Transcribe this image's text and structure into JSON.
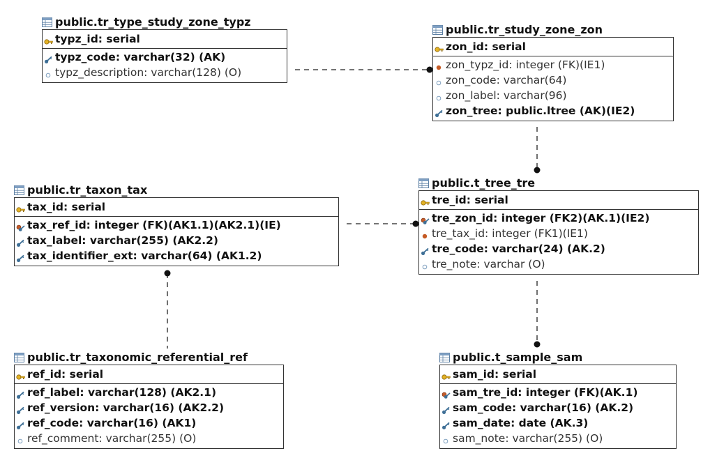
{
  "entities": [
    {
      "id": "typz",
      "title": "public.tr_type_study_zone_typz",
      "pk": [
        {
          "text": "typz_id: serial",
          "icon": "primary-key-icon"
        }
      ],
      "attrs": [
        {
          "text": "typz_code: varchar(32) (AK)",
          "bold": true,
          "icon": "alternate-key-icon"
        },
        {
          "text": "typz_description: varchar(128) (O)",
          "bold": false,
          "icon": "optional-attribute-icon"
        }
      ]
    },
    {
      "id": "zon",
      "title": "public.tr_study_zone_zon",
      "pk": [
        {
          "text": "zon_id: serial",
          "icon": "primary-key-icon"
        }
      ],
      "attrs": [
        {
          "text": "zon_typz_id: integer (FK)(IE1)",
          "bold": false,
          "icon": "foreign-key-icon"
        },
        {
          "text": "zon_code: varchar(64)",
          "bold": false,
          "icon": "optional-attribute-icon"
        },
        {
          "text": "zon_label: varchar(96)",
          "bold": false,
          "icon": "optional-attribute-icon"
        },
        {
          "text": "zon_tree: public.ltree (AK)(IE2)",
          "bold": true,
          "icon": "alternate-key-icon"
        }
      ]
    },
    {
      "id": "tax",
      "title": "public.tr_taxon_tax",
      "pk": [
        {
          "text": "tax_id: serial",
          "icon": "primary-key-icon"
        }
      ],
      "attrs": [
        {
          "text": "tax_ref_id: integer (FK)(AK1.1)(AK2.1)(IE)",
          "bold": true,
          "icon": "foreign-alternate-key-icon"
        },
        {
          "text": "tax_label: varchar(255) (AK2.2)",
          "bold": true,
          "icon": "alternate-key-icon"
        },
        {
          "text": "tax_identifier_ext: varchar(64) (AK1.2)",
          "bold": true,
          "icon": "alternate-key-icon"
        }
      ]
    },
    {
      "id": "tre",
      "title": "public.t_tree_tre",
      "pk": [
        {
          "text": "tre_id: serial",
          "icon": "primary-key-icon"
        }
      ],
      "attrs": [
        {
          "text": "tre_zon_id: integer (FK2)(AK.1)(IE2)",
          "bold": true,
          "icon": "foreign-alternate-key-icon"
        },
        {
          "text": "tre_tax_id: integer (FK1)(IE1)",
          "bold": false,
          "icon": "foreign-key-icon"
        },
        {
          "text": "tre_code: varchar(24) (AK.2)",
          "bold": true,
          "icon": "alternate-key-icon"
        },
        {
          "text": "tre_note: varchar (O)",
          "bold": false,
          "icon": "optional-attribute-icon"
        }
      ]
    },
    {
      "id": "ref",
      "title": "public.tr_taxonomic_referential_ref",
      "pk": [
        {
          "text": "ref_id: serial",
          "icon": "primary-key-icon"
        }
      ],
      "attrs": [
        {
          "text": "ref_label: varchar(128) (AK2.1)",
          "bold": true,
          "icon": "alternate-key-icon"
        },
        {
          "text": "ref_version: varchar(16) (AK2.2)",
          "bold": true,
          "icon": "alternate-key-icon"
        },
        {
          "text": "ref_code: varchar(16) (AK1)",
          "bold": true,
          "icon": "alternate-key-icon"
        },
        {
          "text": "ref_comment: varchar(255) (O)",
          "bold": false,
          "icon": "optional-attribute-icon"
        }
      ]
    },
    {
      "id": "sam",
      "title": "public.t_sample_sam",
      "pk": [
        {
          "text": "sam_id: serial",
          "icon": "primary-key-icon"
        }
      ],
      "attrs": [
        {
          "text": "sam_tre_id: integer (FK)(AK.1)",
          "bold": true,
          "icon": "foreign-alternate-key-icon"
        },
        {
          "text": "sam_code: varchar(16) (AK.2)",
          "bold": true,
          "icon": "alternate-key-icon"
        },
        {
          "text": "sam_date: date (AK.3)",
          "bold": true,
          "icon": "alternate-key-icon"
        },
        {
          "text": "sam_note: varchar(255) (O)",
          "bold": false,
          "icon": "optional-attribute-icon"
        }
      ]
    }
  ],
  "relationships": [
    {
      "from": "typz",
      "to": "zon"
    },
    {
      "from": "zon",
      "to": "tre"
    },
    {
      "from": "tax",
      "to": "tre"
    },
    {
      "from": "ref",
      "to": "tax"
    },
    {
      "from": "tre",
      "to": "sam"
    }
  ]
}
